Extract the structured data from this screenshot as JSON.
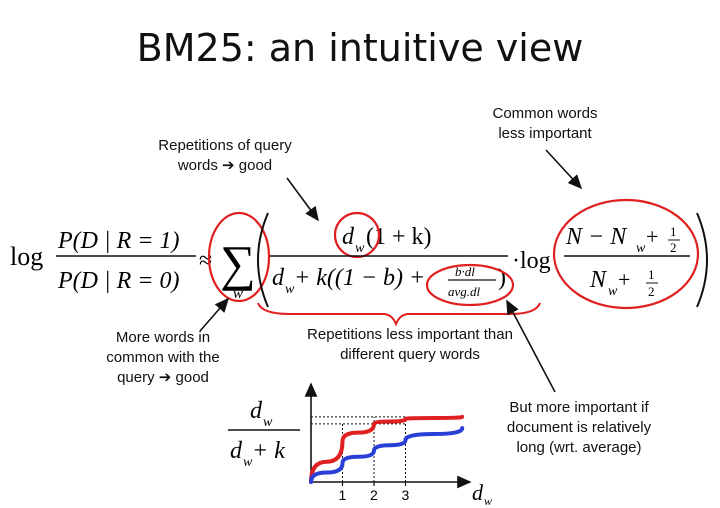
{
  "slide": {
    "title": "BM25: an intuitive view"
  },
  "annotations": {
    "repetitions_good": [
      "Repetitions of query",
      "words ➔ good"
    ],
    "common_words": [
      "Common words",
      "less important"
    ],
    "more_words": [
      "More words in",
      "common with the",
      "query ➔ good"
    ],
    "repetitions_less": [
      "Repetitions less important than",
      "different query words"
    ],
    "more_important": [
      "But more important if",
      "document is relatively",
      "long (wrt. average)"
    ]
  },
  "formula": {
    "log": "log",
    "lhs_num": "P(D | R = 1)",
    "lhs_den": "P(D | R = 0)",
    "approx": "≈",
    "sum": "∑",
    "sum_idx": "w",
    "num_dw": "d",
    "num_w": "w",
    "num_rest": "(1 + k)",
    "den_dw": "d",
    "den_w": "w",
    "den_mid": " + k((1 − b) + ",
    "bdl": "b·dl",
    "avgdl": "avg.dl",
    "den_close": ")",
    "dot_log": "·log",
    "idf_num": "N − N",
    "idf_w": "w",
    "idf_plus": " + ",
    "half_num": "1",
    "half_den": "2",
    "idf_den_n": "N",
    "idf_den_w": "w",
    "idf_den_plus": " + "
  },
  "chart_data": {
    "type": "line",
    "title": "",
    "ylabel": "",
    "xlabel": "",
    "xticks": [
      "1",
      "2",
      "3"
    ],
    "series": [
      {
        "color": "#e02020",
        "x": [
          0,
          1,
          2,
          3,
          4.8
        ],
        "y": [
          0,
          0.58,
          0.83,
          0.9,
          0.93
        ]
      },
      {
        "color": "#2a3fd6",
        "x": [
          0,
          1,
          2,
          3,
          4.8
        ],
        "y": [
          0,
          0.27,
          0.45,
          0.6,
          0.77
        ]
      }
    ],
    "guides": [
      0.83,
      0.93
    ],
    "chart_label_num": "d",
    "chart_label_num_sub": "w",
    "chart_label_den": "d",
    "chart_label_den_sub": "w",
    "chart_label_den_rest": " + k",
    "x_axis_var": "d",
    "x_axis_var_sub": "w"
  },
  "colors": {
    "ink": "#111111",
    "accent_red": "#e02020",
    "blue": "#2a3fd6"
  }
}
